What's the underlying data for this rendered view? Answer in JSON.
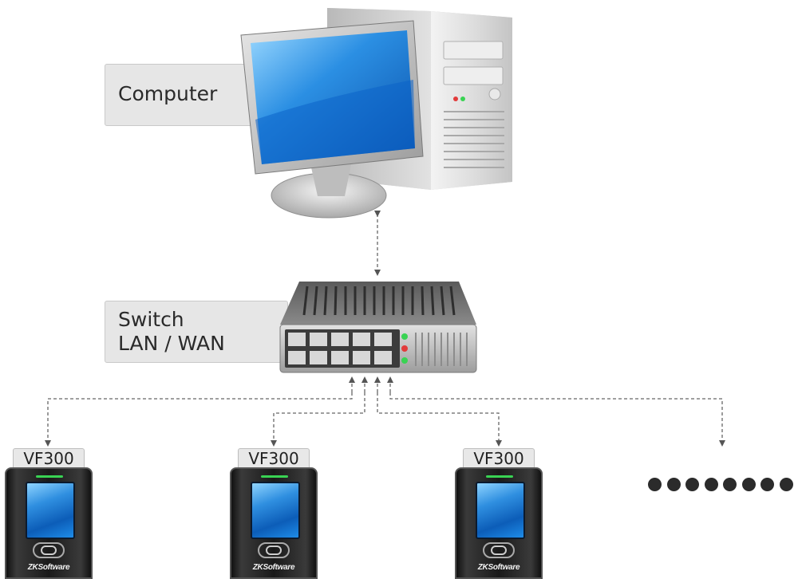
{
  "labels": {
    "computer": "Computer",
    "switch_line1": "Switch",
    "switch_line2": "LAN / WAN"
  },
  "devices": [
    {
      "model": "VF300",
      "brand": "ZKSoftware"
    },
    {
      "model": "VF300",
      "brand": "ZKSoftware"
    },
    {
      "model": "VF300",
      "brand": "ZKSoftware"
    }
  ],
  "more_devices_dots": 8,
  "colors": {
    "label_bg": "#e6e6e6",
    "screen_blue": "#2f8fe0",
    "led_green": "#39d353",
    "led_red": "#e23b3b",
    "connector_line": "#555555"
  },
  "icons": [
    "computer-icon",
    "switch-icon",
    "terminal-device-icon"
  ]
}
